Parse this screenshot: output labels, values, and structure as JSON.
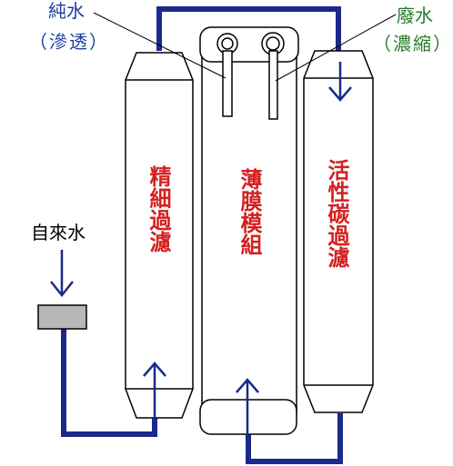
{
  "labels": {
    "pure_water": "純水",
    "pure_water_note": "（滲透）",
    "waste_water": "廢水",
    "waste_water_note": "（濃縮）",
    "tap_water": "自來水"
  },
  "filters": {
    "sediment": "精細過濾",
    "membrane": "薄膜模組",
    "carbon": "活性碳過濾"
  },
  "colors": {
    "pipe": "#1a2a8c",
    "filter_text": "#d42020",
    "pure_label": "#1a3fa0",
    "waste_label": "#2a7a2a",
    "tap_label": "#000000",
    "block": "#b8b8b8"
  }
}
